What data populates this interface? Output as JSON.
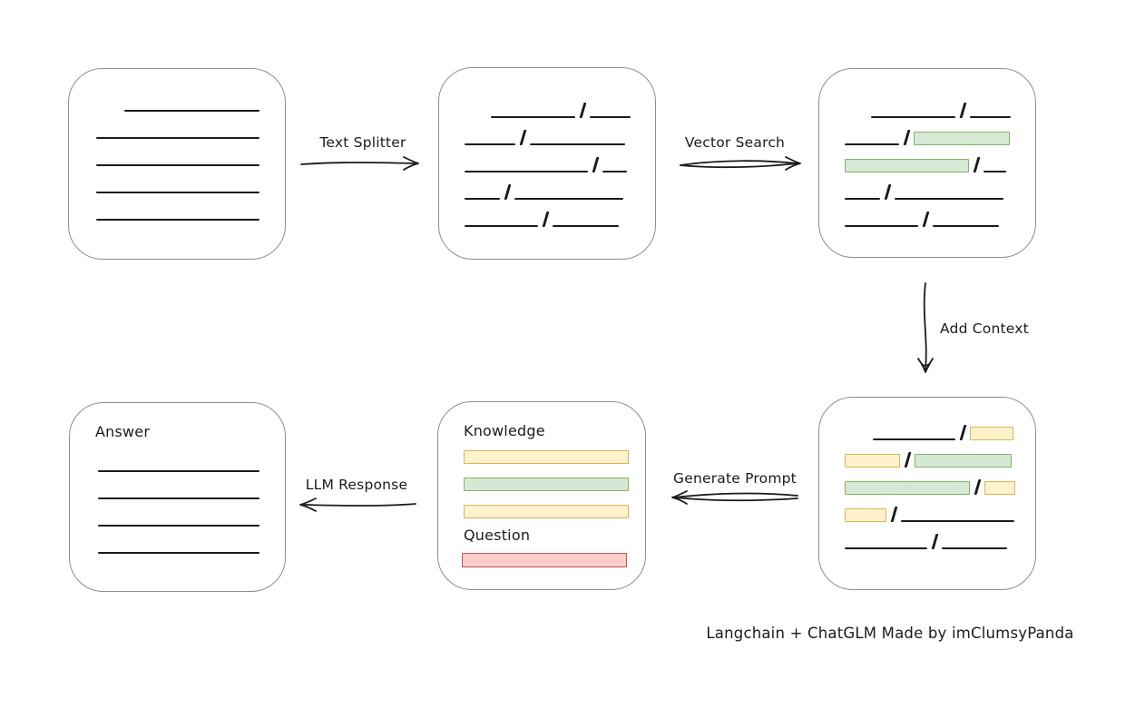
{
  "caption": {
    "text": "Langchain + ChatGLM Made by imClumsyPanda"
  },
  "palette": {
    "ink": "#1b1b1b",
    "box_border": "#8e8e8e",
    "green_fill": "#d5e8d4",
    "green_stroke": "#82b366",
    "yellow_fill": "#fff2cc",
    "yellow_stroke": "#d6b656",
    "red_fill": "#f8cecc",
    "red_stroke": "#b85450"
  },
  "arrows": {
    "text_splitter": {
      "label": "Text Splitter"
    },
    "vector_search": {
      "label": "Vector Search"
    },
    "add_context": {
      "label": "Add Context"
    },
    "generate_prompt": {
      "label": "Generate Prompt"
    },
    "llm_response": {
      "label": "LLM Response"
    }
  },
  "prompt_box": {
    "knowledge_label": "Knowledge",
    "question_label": "Question"
  },
  "answer_box": {
    "label": "Answer"
  },
  "boxes": {
    "document": {
      "rows": [
        [
          {
            "t": "gap",
            "w": 31
          },
          {
            "t": "line",
            "w": 149
          }
        ],
        [
          {
            "t": "line",
            "w": 180
          }
        ],
        [
          {
            "t": "line",
            "w": 180
          }
        ],
        [
          {
            "t": "line",
            "w": 180
          }
        ],
        [
          {
            "t": "line",
            "w": 180
          }
        ]
      ]
    },
    "split": {
      "rows": [
        [
          {
            "t": "gap",
            "w": 29
          },
          {
            "t": "line",
            "w": 93
          },
          {
            "t": "slash"
          },
          {
            "t": "line",
            "w": 45
          }
        ],
        [
          {
            "t": "line",
            "w": 56
          },
          {
            "t": "slash"
          },
          {
            "t": "line",
            "w": 105
          }
        ],
        [
          {
            "t": "line",
            "w": 136
          },
          {
            "t": "slash"
          },
          {
            "t": "line",
            "w": 27
          }
        ],
        [
          {
            "t": "line",
            "w": 39
          },
          {
            "t": "slash"
          },
          {
            "t": "line",
            "w": 120
          }
        ],
        [
          {
            "t": "line",
            "w": 81
          },
          {
            "t": "slash"
          },
          {
            "t": "line",
            "w": 73
          }
        ]
      ]
    },
    "vector": {
      "rows": [
        [
          {
            "t": "gap",
            "w": 29
          },
          {
            "t": "line",
            "w": 93
          },
          {
            "t": "slash"
          },
          {
            "t": "line",
            "w": 45
          }
        ],
        [
          {
            "t": "line",
            "w": 60
          },
          {
            "t": "slash"
          },
          {
            "t": "green",
            "w": 106
          }
        ],
        [
          {
            "t": "green",
            "w": 137
          },
          {
            "t": "slash"
          },
          {
            "t": "line",
            "w": 25
          }
        ],
        [
          {
            "t": "line",
            "w": 39
          },
          {
            "t": "slash"
          },
          {
            "t": "line",
            "w": 120
          }
        ],
        [
          {
            "t": "line",
            "w": 81
          },
          {
            "t": "slash"
          },
          {
            "t": "line",
            "w": 73
          }
        ]
      ]
    },
    "context": {
      "rows": [
        [
          {
            "t": "gap",
            "w": 31
          },
          {
            "t": "line",
            "w": 91
          },
          {
            "t": "slash"
          },
          {
            "t": "yellow",
            "w": 48
          }
        ],
        [
          {
            "t": "yellow",
            "w": 61
          },
          {
            "t": "slash"
          },
          {
            "t": "green",
            "w": 107
          }
        ],
        [
          {
            "t": "green",
            "w": 138
          },
          {
            "t": "slash"
          },
          {
            "t": "yellow",
            "w": 34
          }
        ],
        [
          {
            "t": "yellow",
            "w": 46
          },
          {
            "t": "slash"
          },
          {
            "t": "line",
            "w": 125
          }
        ],
        [
          {
            "t": "line",
            "w": 91
          },
          {
            "t": "slash"
          },
          {
            "t": "line",
            "w": 72
          }
        ]
      ]
    },
    "answer": {
      "rows": [
        [
          {
            "t": "line",
            "w": 178
          }
        ],
        [
          {
            "t": "line",
            "w": 178
          }
        ],
        [
          {
            "t": "line",
            "w": 178
          }
        ],
        [
          {
            "t": "line",
            "w": 178
          }
        ]
      ]
    }
  }
}
